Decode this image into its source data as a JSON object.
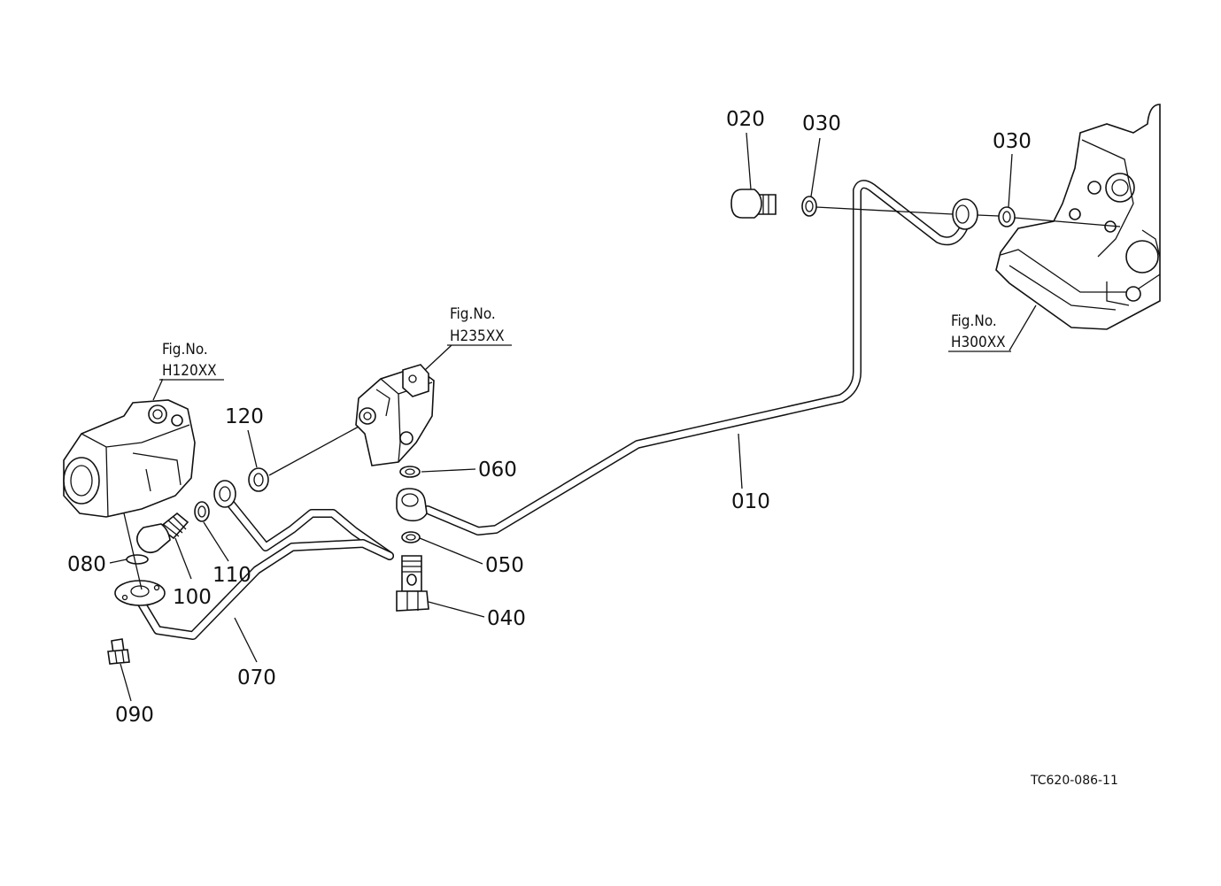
{
  "labels": {
    "p010": "010",
    "p020": "020",
    "p030a": "030",
    "p030b": "030",
    "p040": "040",
    "p050": "050",
    "p060": "060",
    "p070": "070",
    "p080": "080",
    "p090": "090",
    "p100": "100",
    "p110": "110",
    "p120": "120"
  },
  "figrefs": {
    "pump": {
      "fig": "Fig.No.",
      "code": "H120XX"
    },
    "valve": {
      "fig": "Fig.No.",
      "code": "H235XX"
    },
    "housing": {
      "fig": "Fig.No.",
      "code": "H300XX"
    }
  },
  "drawing_code": "TC620-086-11"
}
